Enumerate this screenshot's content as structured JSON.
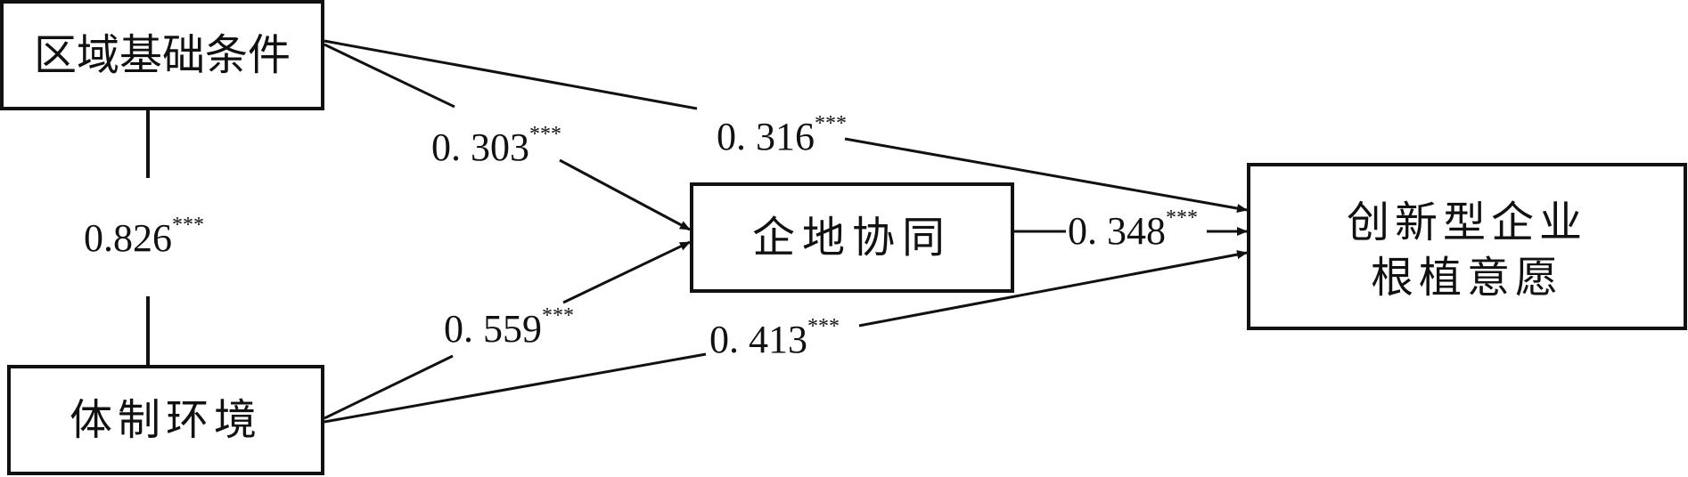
{
  "nodes": {
    "regional_conditions": {
      "label": "区域基础条件"
    },
    "institutional_environment": {
      "label": "体制环境"
    },
    "enterprise_local_synergy": {
      "label": "企地协同"
    },
    "embedding_willingness": {
      "line1": "创新型企业",
      "line2": "根植意愿"
    }
  },
  "paths": {
    "correlation": {
      "value": "0.826",
      "sig": "***"
    },
    "regional_to_synergy": {
      "value": "0. 303",
      "sig": "***"
    },
    "regional_to_willingness": {
      "value": "0. 316",
      "sig": "***"
    },
    "institutional_to_synergy": {
      "value": "0. 559",
      "sig": "***"
    },
    "institutional_to_willingness": {
      "value": "0. 413",
      "sig": "***"
    },
    "synergy_to_willingness": {
      "value": "0. 348",
      "sig": "***"
    }
  }
}
